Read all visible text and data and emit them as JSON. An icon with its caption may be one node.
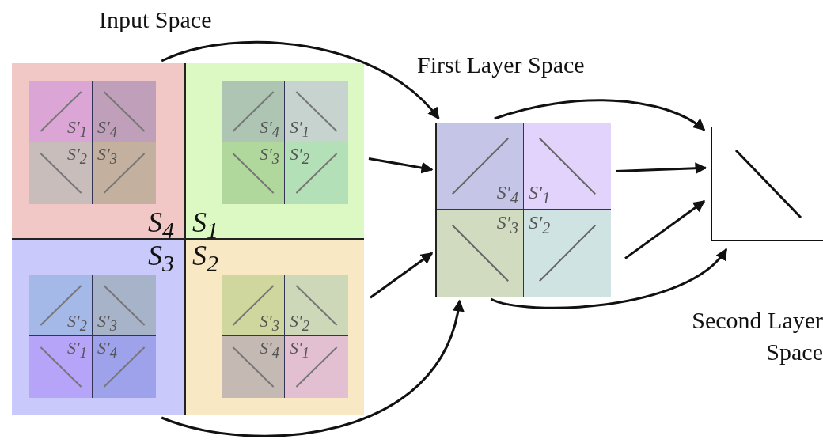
{
  "diagram": {
    "nodes": [
      {
        "text": [
          "Input Space"
        ]
      },
      {
        "text": [
          "S$_{4}$"
        ],
        "in": 0
      },
      {
        "text": [
          "S′$_{1}$"
        ],
        "in": 1
      },
      {
        "text": [
          "S′$_{4}$"
        ],
        "in": 1
      },
      {
        "text": [
          "S′$_{2}$"
        ],
        "in": 1
      },
      {
        "text": [
          "S′$_{3}$"
        ],
        "in": 1
      },
      {
        "text": [
          "S$_{1}$"
        ],
        "in": 0
      },
      {
        "text": [
          "S′$_{4}$"
        ],
        "in": 6
      },
      {
        "text": [
          "S′$_{1}$"
        ],
        "in": 6
      },
      {
        "text": [
          "S′$_{3}$"
        ],
        "in": 6
      },
      {
        "text": [
          "S′$_{2}$"
        ],
        "in": 6
      },
      {
        "text": [
          "S$_{3}$"
        ],
        "in": 0
      },
      {
        "text": [
          "S′$_{2}$"
        ],
        "in": 11
      },
      {
        "text": [
          "S′$_{3}$"
        ],
        "in": 11
      },
      {
        "text": [
          "S′$_{1}$"
        ],
        "in": 11
      },
      {
        "text": [
          "S′$_{4}$"
        ],
        "in": 11
      },
      {
        "text": [
          "S$_{2}$"
        ],
        "in": 0
      },
      {
        "text": [
          "S′$_{3}$"
        ],
        "in": 16
      },
      {
        "text": [
          "S′$_{2}$"
        ],
        "in": 16
      },
      {
        "text": [
          "S′$_{4}$"
        ],
        "in": 16
      },
      {
        "text": [
          "S′$_{1}$"
        ],
        "in": 16
      },
      {
        "text": [
          "First Layer Space"
        ]
      },
      {
        "text": [
          "S′$_{4}$"
        ],
        "in": 21
      },
      {
        "text": [
          "S′$_{1}$"
        ],
        "in": 21
      },
      {
        "text": [
          "S′$_{3}$"
        ],
        "in": 21
      },
      {
        "text": [
          "S′$_{2}$"
        ],
        "in": 21
      },
      {
        "text": [
          "Second Layer Space"
        ]
      }
    ],
    "edges": [
      {
        "from": 1,
        "to": 21,
        "arrow": "to"
      },
      {
        "from": 6,
        "to": 21,
        "arrow": "to"
      },
      {
        "from": 16,
        "to": 21,
        "arrow": "to"
      },
      {
        "from": 11,
        "to": 21,
        "arrow": "to"
      },
      {
        "from": 21,
        "to": 26,
        "arrow": "to"
      },
      {
        "from": 21,
        "to": 26,
        "arrow": "to"
      },
      {
        "from": 21,
        "to": 26,
        "arrow": "to"
      },
      {
        "from": 21,
        "to": 26,
        "arrow": "to"
      }
    ]
  }
}
